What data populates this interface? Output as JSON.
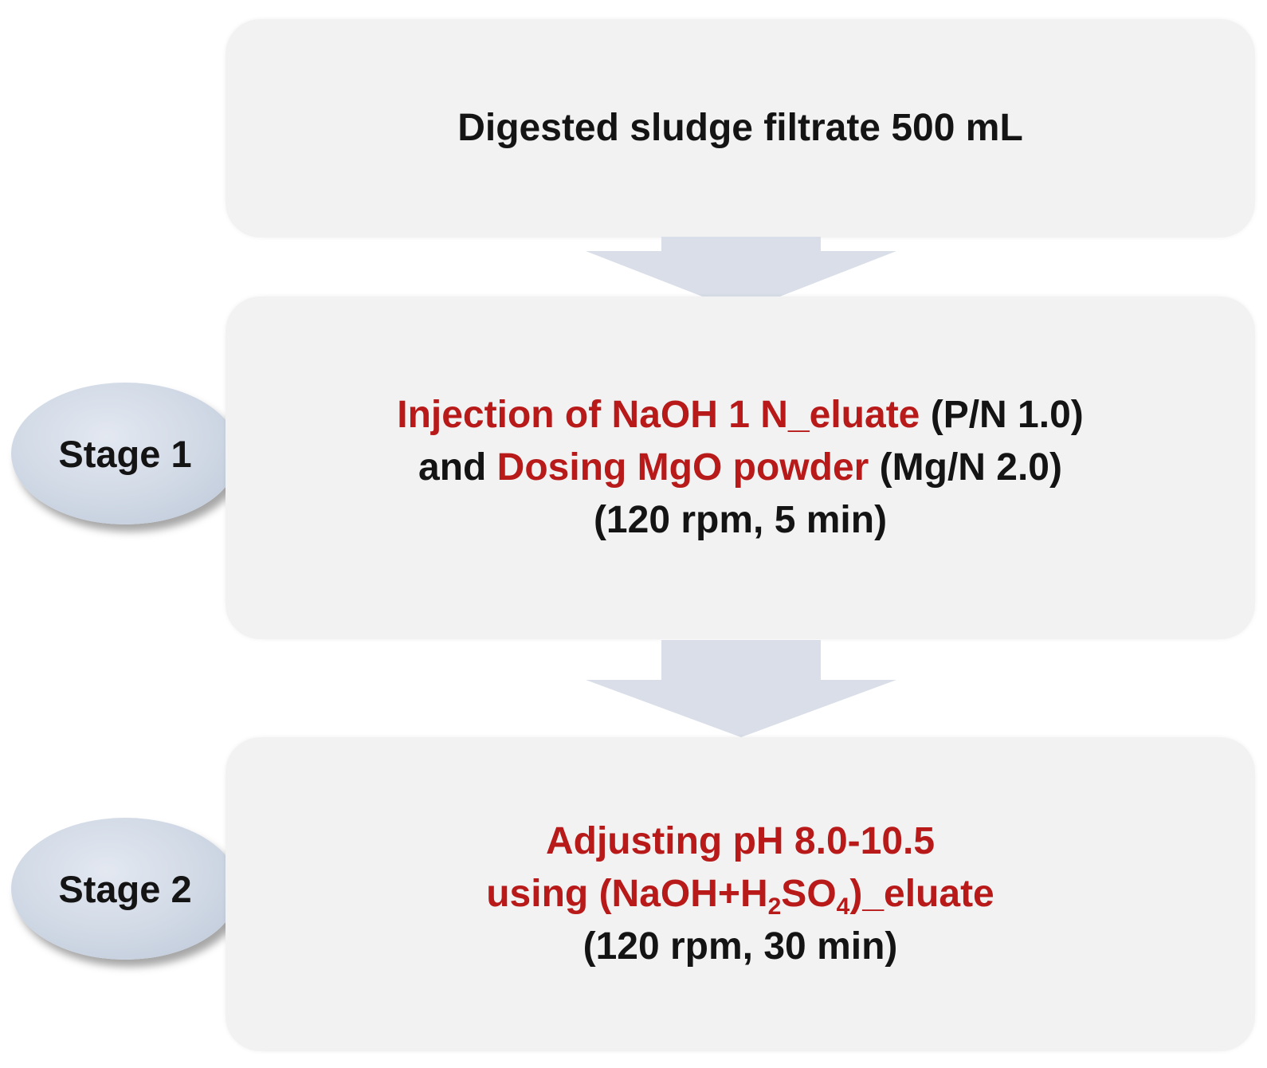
{
  "colors": {
    "box_fill": "#f2f2f2",
    "arrow_fill": "#d9dee8",
    "stage_fill": "#d3dbe7",
    "highlight_text": "#b81a1a",
    "text": "#141414"
  },
  "step_1": {
    "text": "Digested sludge filtrate 500 mL"
  },
  "step_2": {
    "stage_label": "Stage 1",
    "line1_red": "Injection of NaOH 1 N_eluate",
    "line1_black": " (P/N 1.0)",
    "line2_black": "and ",
    "line2_red": "Dosing MgO powder",
    "line2_black_after": " (Mg/N 2.0)",
    "line3": "(120 rpm, 5 min)"
  },
  "step_3": {
    "stage_label": "Stage 2",
    "line1": "Adjusting pH 8.0-10.5",
    "line2_pre": "using (NaOH+H",
    "line2_sub1": "2",
    "line2_mid": "SO",
    "line2_sub2": "4",
    "line2_post": ")_eluate",
    "line3": "(120 rpm, 30 min)"
  }
}
